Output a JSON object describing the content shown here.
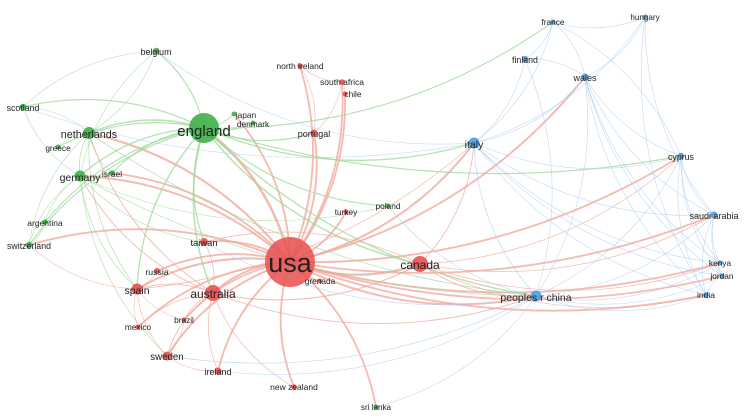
{
  "colors": {
    "green": "#3fae49",
    "red": "#e8504f",
    "blue": "#4a9de0",
    "edge_green": "#9fd89a",
    "edge_red": "#f2a49a",
    "edge_blue": "#a9cdf0",
    "label": "#222222"
  },
  "network": {
    "nodes": [
      {
        "id": "usa",
        "label": "usa",
        "cluster": "red",
        "weight": 10
      },
      {
        "id": "england",
        "label": "england",
        "cluster": "green",
        "weight": 6
      },
      {
        "id": "canada",
        "label": "canada",
        "cluster": "red",
        "weight": 3.2
      },
      {
        "id": "australia",
        "label": "australia",
        "cluster": "red",
        "weight": 3.2
      },
      {
        "id": "netherlands",
        "label": "netherlands",
        "cluster": "green",
        "weight": 2.4
      },
      {
        "id": "germany",
        "label": "germany",
        "cluster": "green",
        "weight": 2.2
      },
      {
        "id": "spain",
        "label": "spain",
        "cluster": "red",
        "weight": 2.2
      },
      {
        "id": "italy",
        "label": "italy",
        "cluster": "blue",
        "weight": 2.2
      },
      {
        "id": "china",
        "label": "peoples r china",
        "cluster": "blue",
        "weight": 2.2
      },
      {
        "id": "sweden",
        "label": "sweden",
        "cluster": "red",
        "weight": 1.8
      },
      {
        "id": "taiwan",
        "label": "taiwan",
        "cluster": "red",
        "weight": 1.6
      },
      {
        "id": "wales",
        "label": "wales",
        "cluster": "blue",
        "weight": 1.4
      },
      {
        "id": "cyprus",
        "label": "cyprus",
        "cluster": "blue",
        "weight": 1.3
      },
      {
        "id": "saudiarabia",
        "label": "saudi arabia",
        "cluster": "blue",
        "weight": 1.4
      },
      {
        "id": "finland",
        "label": "finland",
        "cluster": "blue",
        "weight": 1.3
      },
      {
        "id": "portugal",
        "label": "portugal",
        "cluster": "red",
        "weight": 1.4
      },
      {
        "id": "ireland",
        "label": "ireland",
        "cluster": "red",
        "weight": 1.4
      },
      {
        "id": "belgium",
        "label": "belgium",
        "cluster": "green",
        "weight": 1.3
      },
      {
        "id": "scotland",
        "label": "scotland",
        "cluster": "green",
        "weight": 1.3
      },
      {
        "id": "switzerland",
        "label": "switzerland",
        "cluster": "green",
        "weight": 1.3
      },
      {
        "id": "russia",
        "label": "russia",
        "cluster": "red",
        "weight": 1.2
      },
      {
        "id": "argentina",
        "label": "argentina",
        "cluster": "green",
        "weight": 1.1
      },
      {
        "id": "israel",
        "label": "israel",
        "cluster": "green",
        "weight": 1.1
      },
      {
        "id": "greece",
        "label": "greece",
        "cluster": "green",
        "weight": 1.0
      },
      {
        "id": "japan",
        "label": "japan",
        "cluster": "green",
        "weight": 1.0
      },
      {
        "id": "denmark",
        "label": "denmark",
        "cluster": "green",
        "weight": 1.0
      },
      {
        "id": "northireland",
        "label": "north ireland",
        "cluster": "red",
        "weight": 1.1
      },
      {
        "id": "southafrica",
        "label": "south africa",
        "cluster": "red",
        "weight": 1.1
      },
      {
        "id": "chile",
        "label": "chile",
        "cluster": "red",
        "weight": 1.0
      },
      {
        "id": "turkey",
        "label": "turkey",
        "cluster": "red",
        "weight": 1.0
      },
      {
        "id": "poland",
        "label": "poland",
        "cluster": "green",
        "weight": 1.0
      },
      {
        "id": "mexico",
        "label": "mexico",
        "cluster": "red",
        "weight": 1.0
      },
      {
        "id": "brazil",
        "label": "brazil",
        "cluster": "red",
        "weight": 1.0
      },
      {
        "id": "grenada",
        "label": "grenada",
        "cluster": "red",
        "weight": 1.0
      },
      {
        "id": "newzealand",
        "label": "new zealand",
        "cluster": "red",
        "weight": 1.1
      },
      {
        "id": "srilanka",
        "label": "sri lanka",
        "cluster": "green",
        "weight": 0.9
      },
      {
        "id": "france",
        "label": "france",
        "cluster": "blue",
        "weight": 1.0
      },
      {
        "id": "hungary",
        "label": "hungary",
        "cluster": "blue",
        "weight": 0.9
      },
      {
        "id": "kenya",
        "label": "kenya",
        "cluster": "blue",
        "weight": 1.0
      },
      {
        "id": "jordan",
        "label": "jordan",
        "cluster": "blue",
        "weight": 1.0
      },
      {
        "id": "india",
        "label": "india",
        "cluster": "blue",
        "weight": 1.1
      }
    ],
    "edges": [
      [
        "usa",
        "england"
      ],
      [
        "usa",
        "canada"
      ],
      [
        "usa",
        "australia"
      ],
      [
        "usa",
        "spain"
      ],
      [
        "usa",
        "italy"
      ],
      [
        "usa",
        "china"
      ],
      [
        "usa",
        "netherlands"
      ],
      [
        "usa",
        "germany"
      ],
      [
        "usa",
        "taiwan"
      ],
      [
        "usa",
        "sweden"
      ],
      [
        "usa",
        "ireland"
      ],
      [
        "usa",
        "portugal"
      ],
      [
        "usa",
        "northireland"
      ],
      [
        "usa",
        "southafrica"
      ],
      [
        "usa",
        "chile"
      ],
      [
        "usa",
        "russia"
      ],
      [
        "usa",
        "mexico"
      ],
      [
        "usa",
        "brazil"
      ],
      [
        "usa",
        "grenada"
      ],
      [
        "usa",
        "newzealand"
      ],
      [
        "usa",
        "turkey"
      ],
      [
        "usa",
        "india"
      ],
      [
        "usa",
        "saudiarabia"
      ],
      [
        "usa",
        "kenya"
      ],
      [
        "usa",
        "jordan"
      ],
      [
        "usa",
        "cyprus"
      ],
      [
        "usa",
        "wales"
      ],
      [
        "usa",
        "israel"
      ],
      [
        "usa",
        "switzerland"
      ],
      [
        "usa",
        "japan"
      ],
      [
        "england",
        "netherlands"
      ],
      [
        "england",
        "germany"
      ],
      [
        "england",
        "belgium"
      ],
      [
        "england",
        "scotland"
      ],
      [
        "england",
        "greece"
      ],
      [
        "england",
        "israel"
      ],
      [
        "england",
        "japan"
      ],
      [
        "england",
        "denmark"
      ],
      [
        "england",
        "italy"
      ],
      [
        "england",
        "australia"
      ],
      [
        "england",
        "canada"
      ],
      [
        "england",
        "switzerland"
      ],
      [
        "england",
        "argentina"
      ],
      [
        "england",
        "spain"
      ],
      [
        "england",
        "china"
      ],
      [
        "england",
        "portugal"
      ],
      [
        "england",
        "france"
      ],
      [
        "england",
        "cyprus"
      ],
      [
        "england",
        "poland"
      ],
      [
        "england",
        "taiwan"
      ],
      [
        "netherlands",
        "germany"
      ],
      [
        "netherlands",
        "belgium"
      ],
      [
        "netherlands",
        "scotland"
      ],
      [
        "netherlands",
        "greece"
      ],
      [
        "netherlands",
        "switzerland"
      ],
      [
        "netherlands",
        "israel"
      ],
      [
        "netherlands",
        "spain"
      ],
      [
        "netherlands",
        "australia"
      ],
      [
        "germany",
        "switzerland"
      ],
      [
        "germany",
        "argentina"
      ],
      [
        "germany",
        "israel"
      ],
      [
        "germany",
        "spain"
      ],
      [
        "germany",
        "australia"
      ],
      [
        "germany",
        "sweden"
      ],
      [
        "germany",
        "poland"
      ],
      [
        "germany",
        "taiwan"
      ],
      [
        "belgium",
        "scotland"
      ],
      [
        "belgium",
        "germany"
      ],
      [
        "scotland",
        "germany"
      ],
      [
        "switzerland",
        "argentina"
      ],
      [
        "switzerland",
        "spain"
      ],
      [
        "australia",
        "spain"
      ],
      [
        "australia",
        "sweden"
      ],
      [
        "australia",
        "ireland"
      ],
      [
        "australia",
        "canada"
      ],
      [
        "australia",
        "china"
      ],
      [
        "australia",
        "mexico"
      ],
      [
        "australia",
        "brazil"
      ],
      [
        "australia",
        "newzealand"
      ],
      [
        "australia",
        "taiwan"
      ],
      [
        "spain",
        "sweden"
      ],
      [
        "spain",
        "mexico"
      ],
      [
        "spain",
        "brazil"
      ],
      [
        "spain",
        "russia"
      ],
      [
        "sweden",
        "ireland"
      ],
      [
        "sweden",
        "brazil"
      ],
      [
        "canada",
        "china"
      ],
      [
        "canada",
        "italy"
      ],
      [
        "canada",
        "india"
      ],
      [
        "canada",
        "saudiarabia"
      ],
      [
        "canada",
        "kenya"
      ],
      [
        "canada",
        "cyprus"
      ],
      [
        "canada",
        "taiwan"
      ],
      [
        "taiwan",
        "china"
      ],
      [
        "italy",
        "china"
      ],
      [
        "italy",
        "wales"
      ],
      [
        "italy",
        "finland"
      ],
      [
        "italy",
        "cyprus"
      ],
      [
        "italy",
        "saudiarabia"
      ],
      [
        "italy",
        "france"
      ],
      [
        "italy",
        "hungary"
      ],
      [
        "italy",
        "india"
      ],
      [
        "italy",
        "jordan"
      ],
      [
        "italy",
        "kenya"
      ],
      [
        "china",
        "wales"
      ],
      [
        "china",
        "cyprus"
      ],
      [
        "china",
        "saudiarabia"
      ],
      [
        "china",
        "finland"
      ],
      [
        "china",
        "india"
      ],
      [
        "china",
        "kenya"
      ],
      [
        "china",
        "jordan"
      ],
      [
        "wales",
        "finland"
      ],
      [
        "wales",
        "cyprus"
      ],
      [
        "wales",
        "saudiarabia"
      ],
      [
        "wales",
        "france"
      ],
      [
        "wales",
        "hungary"
      ],
      [
        "wales",
        "india"
      ],
      [
        "wales",
        "kenya"
      ],
      [
        "wales",
        "jordan"
      ],
      [
        "cyprus",
        "saudiarabia"
      ],
      [
        "cyprus",
        "india"
      ],
      [
        "cyprus",
        "kenya"
      ],
      [
        "cyprus",
        "jordan"
      ],
      [
        "cyprus",
        "france"
      ],
      [
        "saudiarabia",
        "india"
      ],
      [
        "saudiarabia",
        "kenya"
      ],
      [
        "saudiarabia",
        "jordan"
      ],
      [
        "finland",
        "france"
      ],
      [
        "france",
        "hungary"
      ],
      [
        "hungary",
        "india"
      ],
      [
        "hungary",
        "saudiarabia"
      ],
      [
        "kenya",
        "jordan"
      ],
      [
        "jordan",
        "india"
      ],
      [
        "portugal",
        "northireland"
      ],
      [
        "portugal",
        "southafrica"
      ],
      [
        "northireland",
        "southafrica"
      ],
      [
        "chile",
        "southafrica"
      ],
      [
        "belgium",
        "italy"
      ],
      [
        "scotland",
        "italy"
      ],
      [
        "netherlands",
        "china"
      ],
      [
        "germany",
        "china"
      ],
      [
        "srilanka",
        "usa"
      ],
      [
        "srilanka",
        "china"
      ],
      [
        "sweden",
        "china"
      ],
      [
        "spain",
        "italy"
      ],
      [
        "ireland",
        "china"
      ],
      [
        "poland",
        "china"
      ]
    ]
  }
}
